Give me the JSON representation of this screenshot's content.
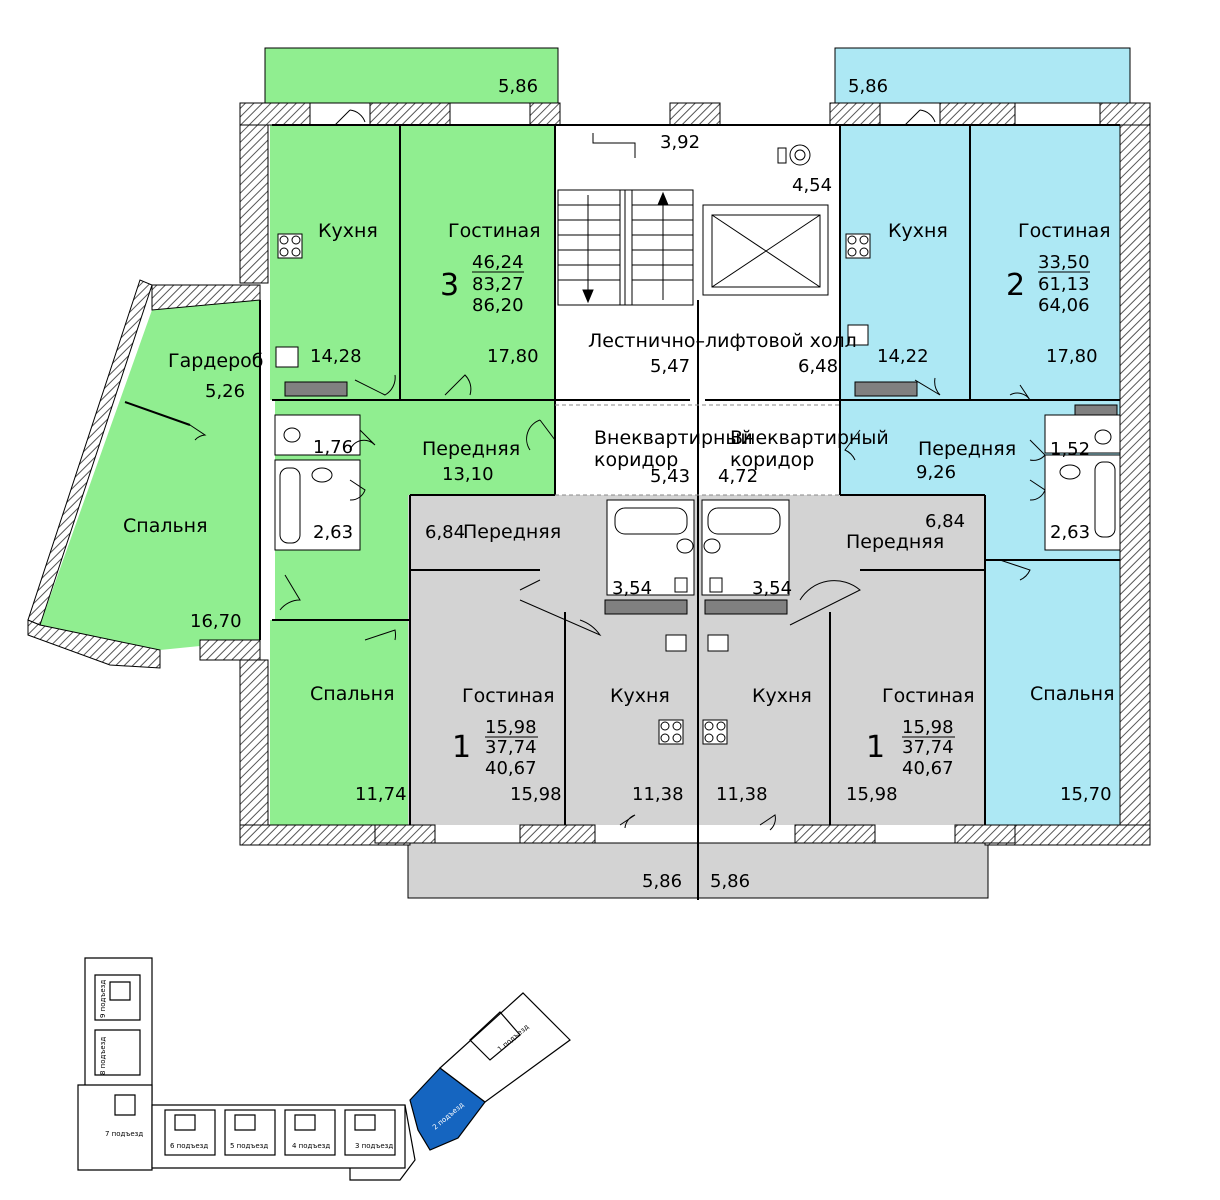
{
  "colors": {
    "green": "#90EE90",
    "blue": "#ADE8F4",
    "gray": "#D3D3D3",
    "selected_section": "#1565C0"
  },
  "apartments": {
    "apt3": {
      "number": "3",
      "living": "46,24",
      "total": "83,27",
      "total_with_balcony": "86,20"
    },
    "apt2": {
      "number": "2",
      "living": "33,50",
      "total": "61,13",
      "total_with_balcony": "64,06"
    },
    "apt1_left": {
      "number": "1",
      "living": "15,98",
      "total": "37,74",
      "total_with_balcony": "40,67"
    },
    "apt1_right": {
      "number": "1",
      "living": "15,98",
      "total": "37,74",
      "total_with_balcony": "40,67"
    }
  },
  "rooms": {
    "kitchen": "Кухня",
    "living": "Гостиная",
    "bedroom": "Спальня",
    "hall": "Передняя",
    "wardrobe": "Гардероб",
    "stair_hall": "Лестнично–лифтовой холл",
    "corridor_line1": "Внеквартирный",
    "corridor_line2": "коридор"
  },
  "areas": {
    "balcony_top_left": "5,86",
    "balcony_top_right": "5,86",
    "stair_top": "3,92",
    "stair_right": "4,54",
    "kitchen3": "14,28",
    "living3": "17,80",
    "wardrobe": "5,26",
    "wc3": "1,76",
    "hall3": "13,10",
    "bath3": "2,63",
    "bedroom_big": "16,70",
    "bedroom3": "11,74",
    "stair_hall_left": "5,47",
    "stair_hall_right": "6,48",
    "corridor_left": "5,43",
    "corridor_right": "4,72",
    "kitchen2": "14,22",
    "living2": "17,80",
    "wc2": "1,52",
    "hall2": "9,26",
    "bath2": "2,63",
    "bedroom2": "15,70",
    "hall1_left": "6,84",
    "hall1_right": "6,84",
    "bath1_left": "3,54",
    "bath1_right": "3,54",
    "living1_left": "15,98",
    "kitchen1_left": "11,38",
    "kitchen1_right": "11,38",
    "living1_right": "15,98",
    "balcony_bottom_left": "5,86",
    "balcony_bottom_right": "5,86"
  },
  "key_plan": {
    "sections": [
      "1 подъезд",
      "2 подъезд",
      "3 подъезд",
      "4 подъезд",
      "5 подъезд",
      "6 подъезд",
      "7 подъезд",
      "8 подъезд",
      "9 подъезд"
    ],
    "selected": "2 подъезд"
  }
}
